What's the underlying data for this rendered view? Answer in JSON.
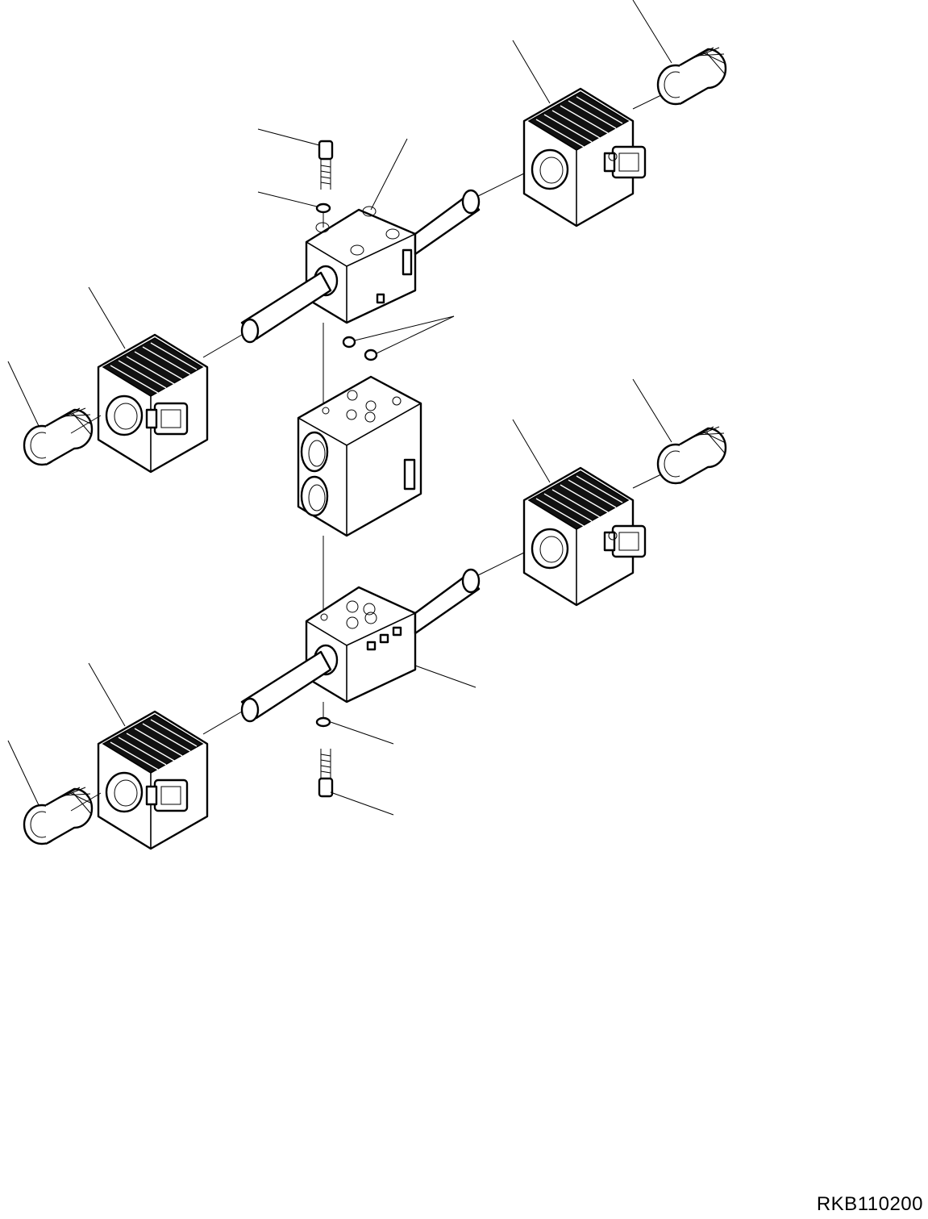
{
  "figure": {
    "drawing_code": "RKB110200"
  },
  "parts": [
    {
      "name": "solenoid-coil",
      "count": 4
    },
    {
      "name": "coil-nut",
      "count": 4
    },
    {
      "name": "spool-valve-body",
      "count": 2
    },
    {
      "name": "valve-block",
      "count": 1
    },
    {
      "name": "cap-screw",
      "count": 2
    },
    {
      "name": "washer",
      "count": 2
    },
    {
      "name": "plug",
      "count": 2
    }
  ]
}
